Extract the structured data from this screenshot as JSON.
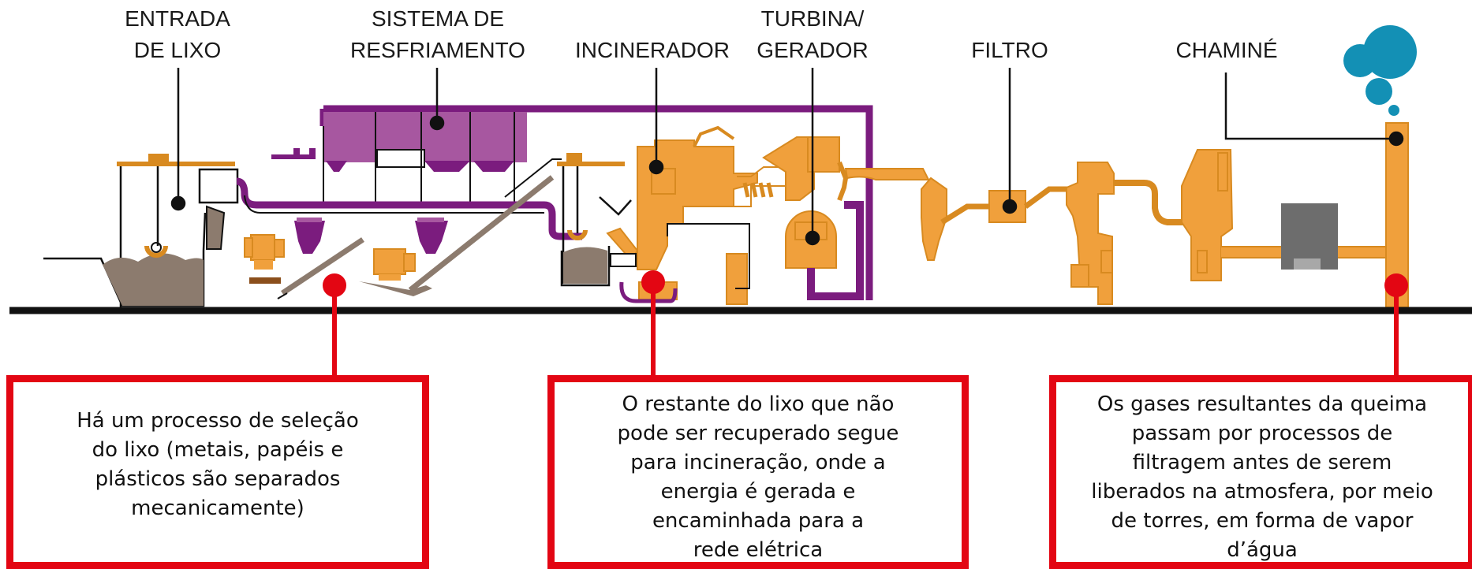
{
  "labels": {
    "entrada_l1": "ENTRADA",
    "entrada_l2": "DE LIXO",
    "sistema_l1": "SISTEMA DE",
    "sistema_l2": "RESFRIAMENTO",
    "incinerador": "INCINERADOR",
    "turbina_l1": "TURBINA/",
    "turbina_l2": "GERADOR",
    "filtro": "FILTRO",
    "chamine": "CHAMINÉ"
  },
  "callouts": [
    {
      "lines": [
        "Há um processo de seleção",
        "do lixo (metais, papéis e",
        "plásticos são separados",
        "mecanicamente)"
      ]
    },
    {
      "lines": [
        "O restante do lixo que não",
        "pode ser recuperado segue",
        "para incineração, onde a",
        "energia é gerada e",
        "encaminhada para a",
        "rede elétrica"
      ]
    },
    {
      "lines": [
        "Os gases resultantes da queima",
        "passam por processos de",
        "filtragem antes de serem",
        "liberados na atmosfera, por meio",
        "de torres, em forma de vapor",
        "d’água"
      ]
    }
  ],
  "colors": {
    "equipment": "#f0a03c",
    "equipment_stroke": "#d88a20",
    "cooling": "#7b1c7e",
    "cooling_light": "#a757a0",
    "waste": "#8c7b6e",
    "callout": "#e30613",
    "smoke": "#1390b5",
    "ground": "#111111"
  }
}
